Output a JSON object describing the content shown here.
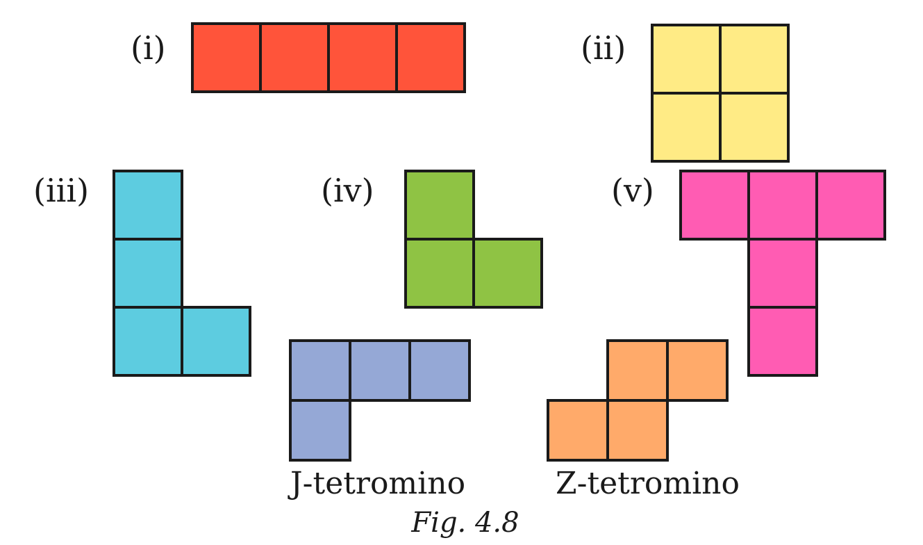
{
  "figure_caption": "Fig. 4.8",
  "pieces": [
    {
      "id": "i",
      "label": "(i)",
      "caption": "",
      "color": "#FF543A",
      "cells": [
        [
          0,
          0
        ],
        [
          1,
          0
        ],
        [
          2,
          0
        ],
        [
          3,
          0
        ]
      ]
    },
    {
      "id": "ii",
      "label": "(ii)",
      "caption": "",
      "color": "#FFEB85",
      "cells": [
        [
          0,
          0
        ],
        [
          1,
          0
        ],
        [
          0,
          1
        ],
        [
          1,
          1
        ]
      ]
    },
    {
      "id": "iii",
      "label": "(iii)",
      "caption": "",
      "color": "#5DCCE0",
      "cells": [
        [
          0,
          0
        ],
        [
          0,
          1
        ],
        [
          0,
          2
        ],
        [
          1,
          2
        ]
      ]
    },
    {
      "id": "iv",
      "label": "(iv)",
      "caption": "",
      "color": "#8FC344",
      "cells": [
        [
          0,
          0
        ],
        [
          0,
          1
        ],
        [
          1,
          1
        ]
      ]
    },
    {
      "id": "v",
      "label": "(v)",
      "caption": "",
      "color": "#FF5CB3",
      "cells": [
        [
          0,
          0
        ],
        [
          1,
          0
        ],
        [
          2,
          0
        ],
        [
          1,
          1
        ],
        [
          1,
          2
        ]
      ]
    },
    {
      "id": "j",
      "label": "",
      "caption": "J-tetromino",
      "color": "#95A8D6",
      "cells": [
        [
          0,
          0
        ],
        [
          1,
          0
        ],
        [
          2,
          0
        ],
        [
          0,
          1
        ]
      ]
    },
    {
      "id": "z",
      "label": "",
      "caption": "Z-tetromino",
      "color": "#FFAA6A",
      "cells": [
        [
          1,
          0
        ],
        [
          2,
          0
        ],
        [
          0,
          1
        ],
        [
          1,
          1
        ]
      ]
    }
  ]
}
